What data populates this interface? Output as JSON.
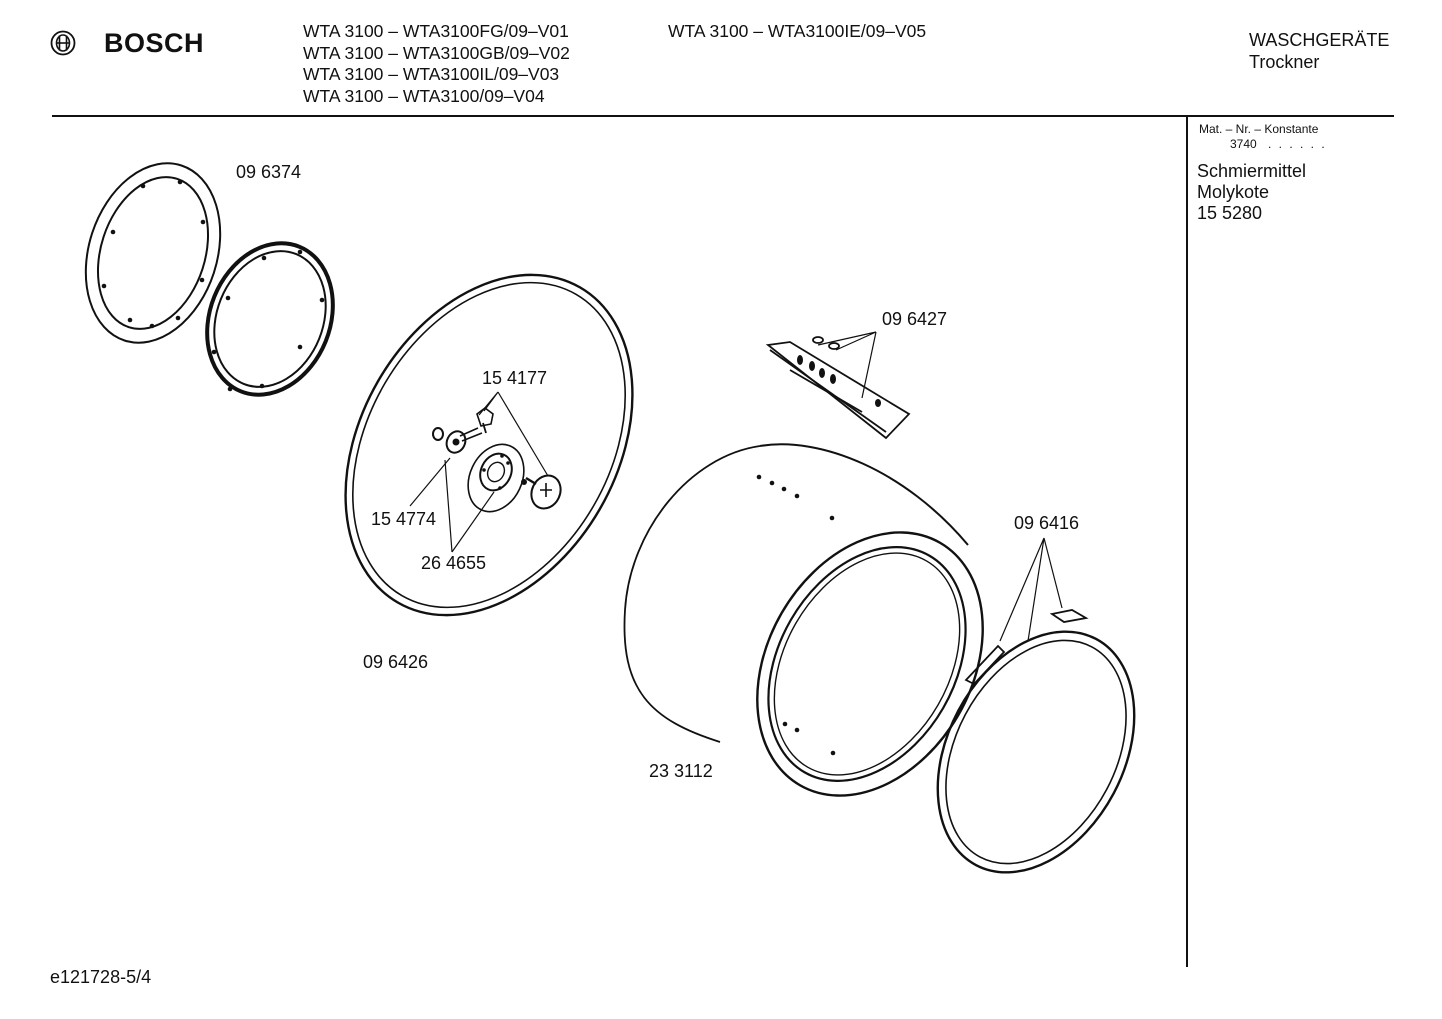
{
  "header": {
    "brand": "BOSCH",
    "logo_icon": "bosch-armature-icon",
    "models_col1": [
      "WTA 3100 – WTA3100FG/09–V01",
      "WTA 3100 – WTA3100GB/09–V02",
      "WTA 3100 – WTA3100IL/09–V03",
      "WTA 3100 – WTA3100/09–V04"
    ],
    "models_col2": [
      "WTA 3100 – WTA3100IE/09–V05"
    ],
    "category": "WASCHGERÄTE",
    "subcategory": "Trockner"
  },
  "sidebar": {
    "mat_label": "Mat. – Nr. – Konstante",
    "mat_value": "3740",
    "mat_dots": ". . . . . .",
    "lubricant_lines": [
      "Schmiermittel",
      "Molykote",
      "15 5280"
    ]
  },
  "parts": {
    "p096374": "09 6374",
    "p096427": "09 6427",
    "p154177": "15 4177",
    "p154774": "15 4774",
    "p264655": "26 4655",
    "p096426": "09 6426",
    "p096416": "09 6416",
    "p233112": "23 3112"
  },
  "footer": {
    "doc_id": "e121728-5/4"
  }
}
